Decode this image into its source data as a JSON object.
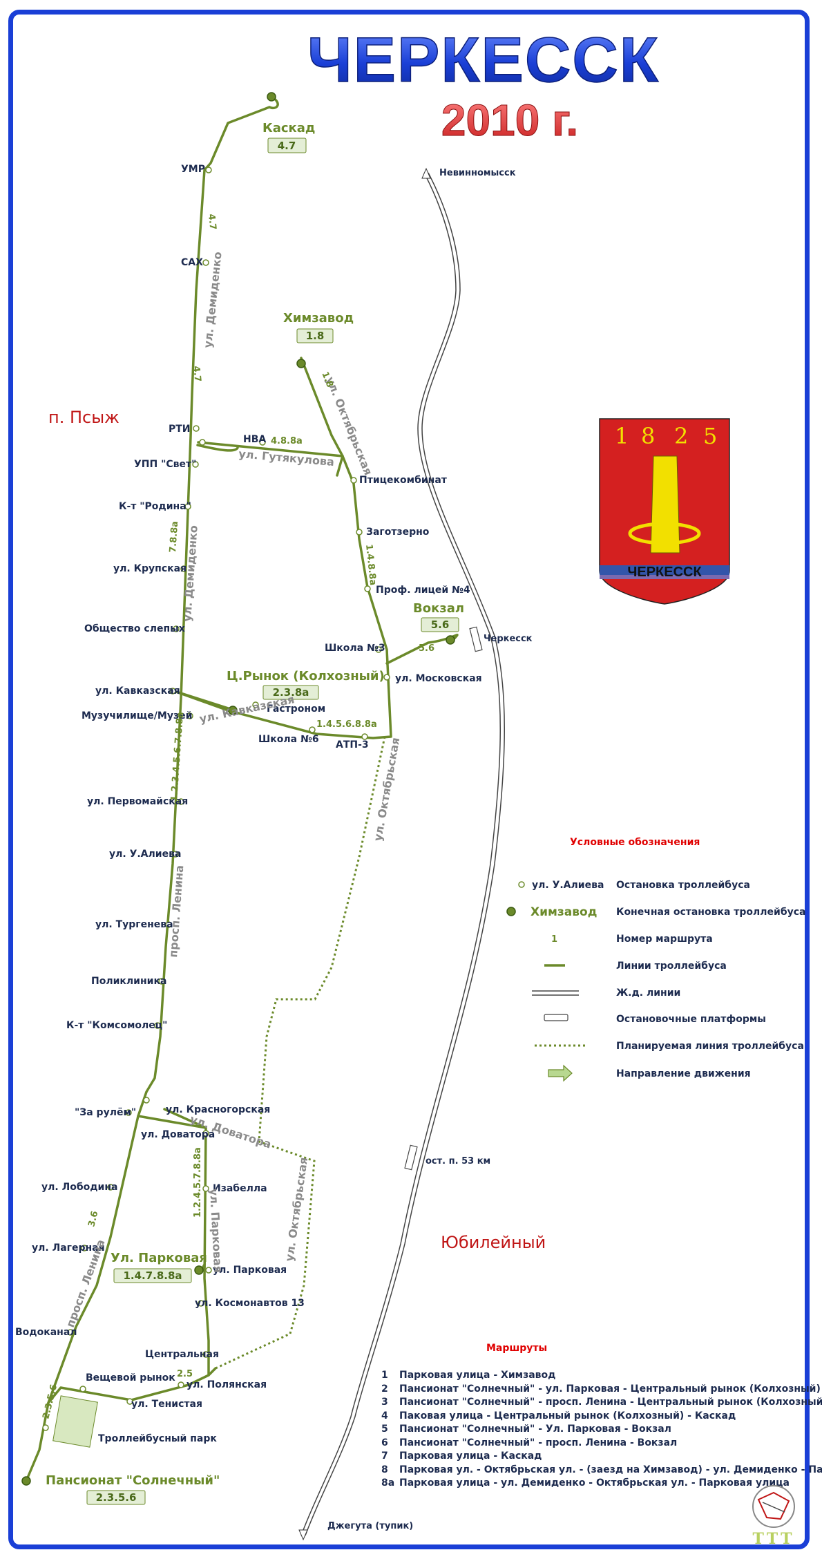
{
  "title": {
    "city": "ЧЕРКЕССК",
    "year": "2010 г."
  },
  "districts": {
    "psyzh": "п. Псыж",
    "yubileyny": "Юбилейный"
  },
  "rail": {
    "nevinnomyssk": "Невинномысск",
    "cherkessk": "Черкесск",
    "ost53": "ост. п. 53 км",
    "dzheguta": "Джегута (тупик)"
  },
  "terminals": {
    "kaskad": {
      "name": "Каскад",
      "routes": "4.7"
    },
    "khimzavod": {
      "name": "Химзавод",
      "routes": "1.8"
    },
    "vokzal": {
      "name": "Вокзал",
      "routes": "5.6"
    },
    "rynok": {
      "name": "Ц.Рынок (Колхозный)",
      "routes": "2.3.8а"
    },
    "parkovaya": {
      "name": "Ул. Парковая",
      "routes": "1.4.7.8.8а"
    },
    "solnechny": {
      "name": "Пансионат \"Солнечный\"",
      "routes": "2.3.5.6"
    }
  },
  "stops": {
    "umr": "УМР",
    "sakh": "САХ",
    "rti": "РТИ",
    "upp": "УПП \"Свет\"",
    "rodina": "К-т \"Родина\"",
    "krupskaya": "ул. Крупская",
    "slepykh": "Общество слепых",
    "kavkazskaya": "ул. Кавказская",
    "muzuch": "Музучилище/Музей",
    "pervomayskaya": "ул. Первомайская",
    "ualieva": "ул. У.Алиева",
    "turgeneva": "ул. Тургенева",
    "poliklinika": "Поликлиника",
    "komsomolets": "К-т \"Комсомолец\"",
    "zarulem": "\"За рулём\"",
    "krasnogorskaya": "ул. Красногорская",
    "dovatora": "ул. Доватора",
    "lobodina": "ул. Лободина",
    "izabella": "Изабелла",
    "lagernaya": "ул. Лагерная",
    "parkovaya_stop": "ул. Парковая",
    "kosmonavtov": "ул. Космонавтов 13",
    "vodokanal": "Водоканал",
    "tsentralnaya": "Центральная",
    "veshchevoy": "Вещевой рынок",
    "polyanskaya": "ул. Полянская",
    "tenistaya": "ул. Тенистая",
    "park": "Троллейбусный парк",
    "nva": "НВА",
    "ptitsekombinat": "Птицекомбинат",
    "zagotzerno": "Заготзерно",
    "proflitsey": "Проф. лицей №4",
    "shkola3": "Школа №3",
    "moskovskaya": "ул. Московская",
    "gastronom": "Гастроном",
    "shkola6": "Школа №6",
    "atp3": "АТП-3"
  },
  "streets": {
    "demidenko1": "ул. Демиденко",
    "demidenko2": "ул. Демиденко",
    "gutyakulova": "ул. Гутякулова",
    "oktyabrskaya1": "ул. Октябрьская",
    "oktyabrskaya2": "ул. Октябрьская",
    "oktyabrskaya3": "ул. Октябрьская",
    "kavkazskaya": "ул. Кавказская",
    "lenina1": "просп. Ленина",
    "lenina2": "просп. Ленина",
    "dovatora": "ул. Доватора",
    "parkovaya": "ул. Парковая"
  },
  "route_labels": {
    "r47a": "4.7",
    "r47b": "4.7",
    "r488a": "4.8.8а",
    "r18": "1.8",
    "r788a": "7.8.8а",
    "r1488a": "1.4.8.8а",
    "r56": "5.6",
    "r1456788a": "1.4.5.6.8.8а",
    "r12345678": "1.2.3.4.5.6.7.8.8а",
    "r36": "3.6",
    "r124578": "1.2.4.5.7.8.8а",
    "r25": "2.5",
    "r2356": "2.3.5.6"
  },
  "emblem": {
    "digits": [
      "1",
      "8",
      "2",
      "5"
    ],
    "name": "ЧЕРКЕССК",
    "colors": {
      "red": "#d42020",
      "gold": "#f2e000",
      "blue": "#3355aa"
    }
  },
  "legend": {
    "heading": "Условные обозначения",
    "items": [
      {
        "sample": "ул. У.Алиева",
        "text": "Остановка троллейбуса"
      },
      {
        "sample": "Химзавод",
        "text": "Конечная остановка троллейбуса"
      },
      {
        "sample": "1",
        "text": "Номер маршрута"
      },
      {
        "sample": "",
        "text": "Линии троллейбуса"
      },
      {
        "sample": "",
        "text": "Ж.д. линии"
      },
      {
        "sample": "",
        "text": "Остановочные платформы"
      },
      {
        "sample": "",
        "text": "Планируемая линия троллейбуса"
      },
      {
        "sample": "",
        "text": "Направление движения"
      }
    ]
  },
  "routes": {
    "heading": "Маршруты",
    "items": [
      {
        "no": "1",
        "text": "Парковая улица - Химзавод"
      },
      {
        "no": "2",
        "text": "Пансионат \"Солнечный\" - ул. Парковая - Центральный рынок (Колхозный)"
      },
      {
        "no": "3",
        "text": "Пансионат \"Солнечный\" - просп. Ленина - Центральный рынок (Колхозный)"
      },
      {
        "no": "4",
        "text": "Паковая улица - Центральный рынок (Колхозный) - Каскад"
      },
      {
        "no": "5",
        "text": "Пансионат \"Солнечный\" - Ул. Парковая - Вокзал"
      },
      {
        "no": "6",
        "text": "Пансионат \"Солнечный\" - просп. Ленина - Вокзал"
      },
      {
        "no": "7",
        "text": "Парковая улица - Каскад"
      },
      {
        "no": "8",
        "text": "Парковая ул. - Октябрьская ул. - (заезд на Химзавод) - ул. Демиденко - Парковая ул."
      },
      {
        "no": "8а",
        "text": "Парковая улица - ул. Демиденко - Октябрьская ул. - Парковая улица"
      }
    ]
  },
  "logo": {
    "text": "ТТТ"
  }
}
